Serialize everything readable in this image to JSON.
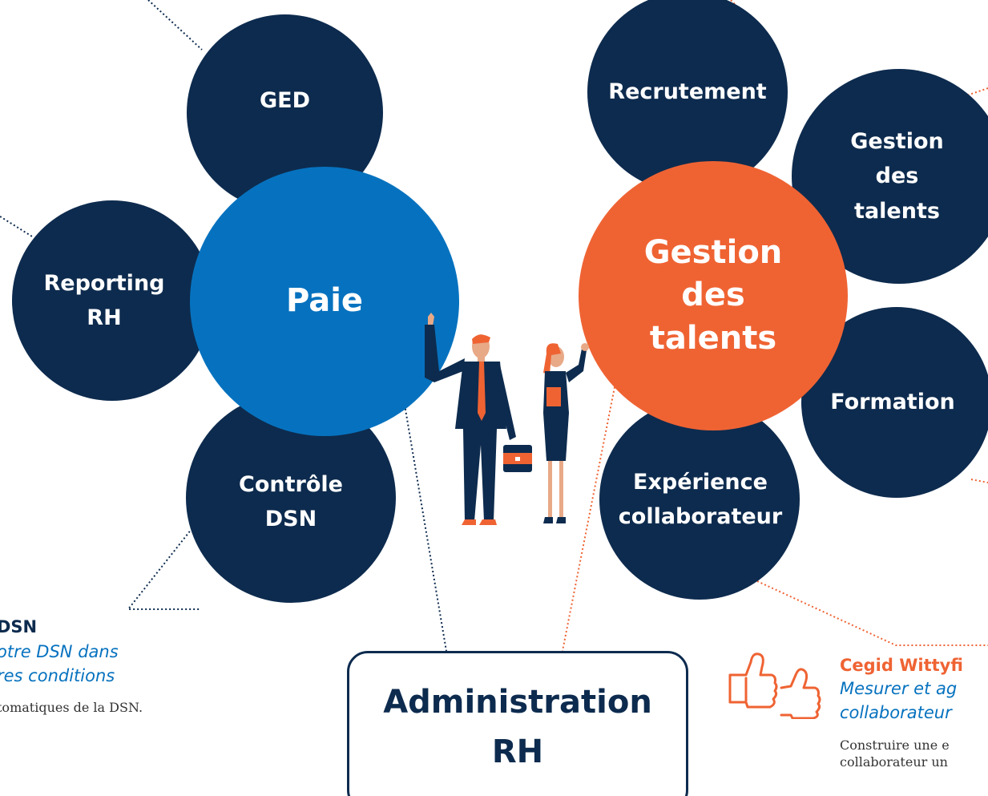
{
  "colors": {
    "navy": "#0d2b4e",
    "blue": "#0672bf",
    "orange": "#ef6333"
  },
  "circles": {
    "ged": "GED",
    "reporting": "Reporting\nRH",
    "paie": "Paie",
    "controle": "Contrôle\nDSN",
    "recrutement": "Recrutement",
    "gestion_small": "Gestion\ndes\ntalents",
    "gestion_big": "Gestion\ndes\ntalents",
    "formation": "Formation",
    "experience": "Expérience\ncollaborateur"
  },
  "admin": {
    "label": "Administration\nRH"
  },
  "left_callout": {
    "title": "DSN",
    "subtitle": "otre DSN dans\nres conditions",
    "body": "tomatiques de la DSN."
  },
  "right_callout": {
    "title": "Cegid Wittyfi",
    "subtitle": "Mesurer et ag\ncollaborateur",
    "body": "Construire une e\ncollaborateur un"
  },
  "icons": {
    "thumbs": "thumbs-up-icon",
    "people": "business-people-icon"
  }
}
